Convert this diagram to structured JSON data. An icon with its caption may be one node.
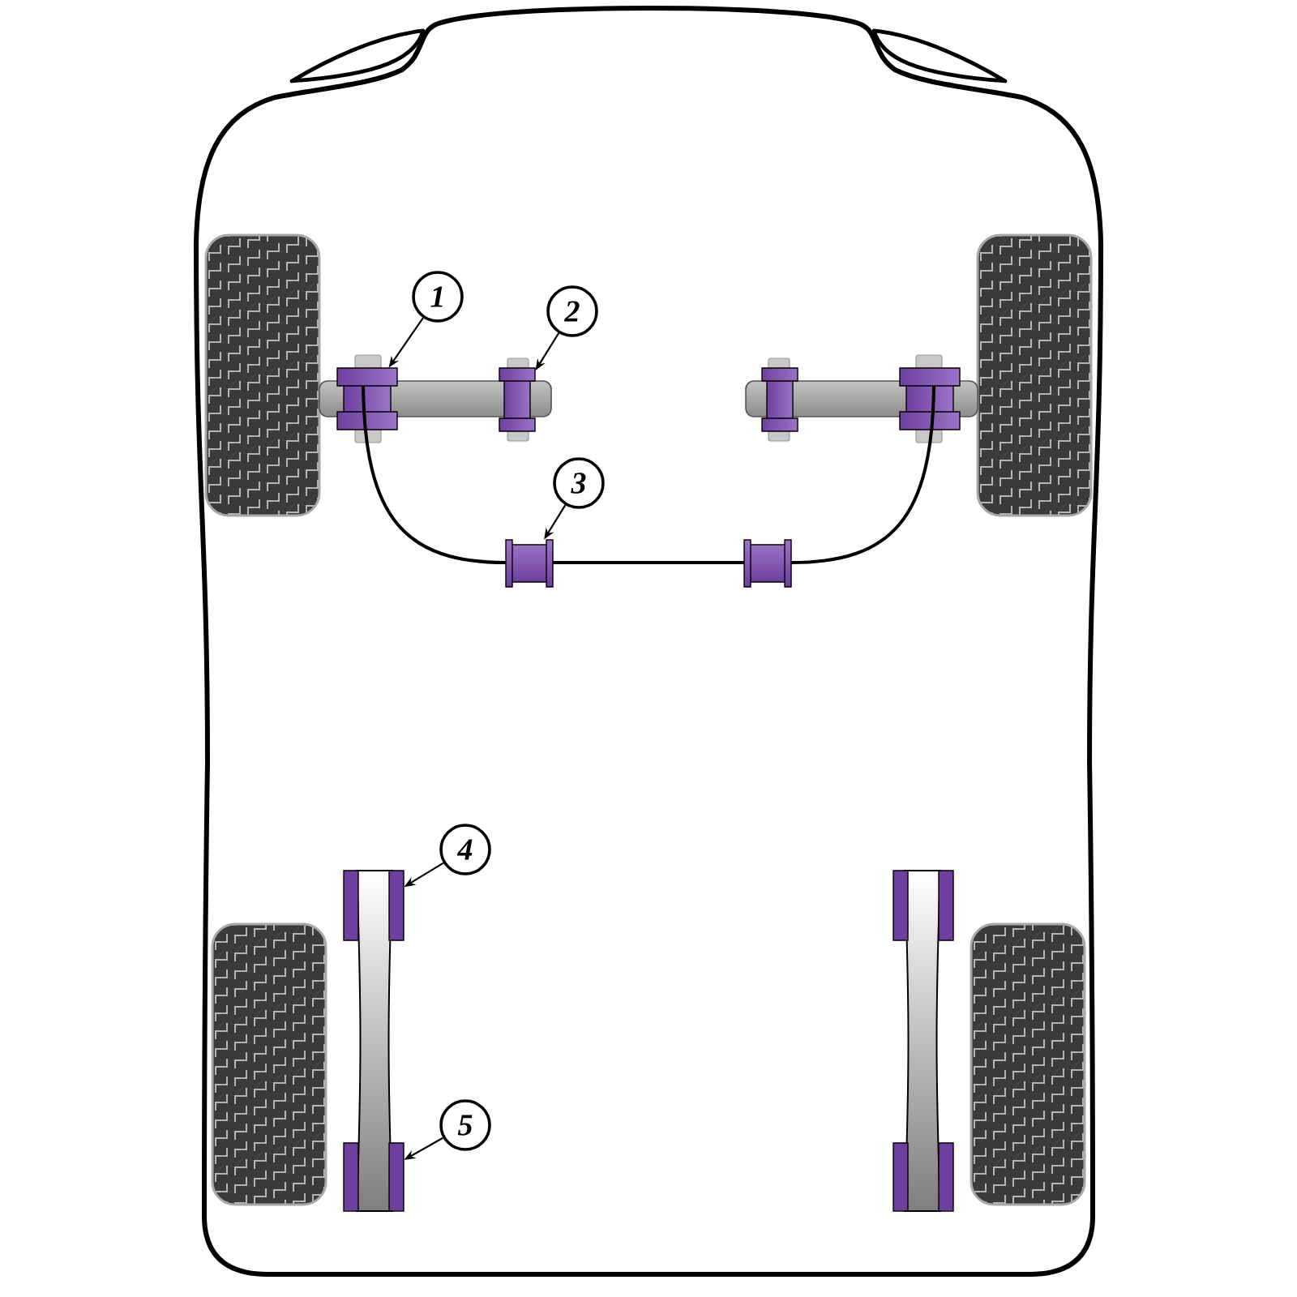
{
  "diagram": {
    "nodes": [
      {
        "text": [
          "1"
        ]
      },
      {
        "text": [
          "2"
        ]
      },
      {
        "text": [
          "3"
        ]
      },
      {
        "text": [
          "4"
        ]
      },
      {
        "text": [
          "5"
        ]
      },
      {
        "text": [],
        "shape": "cylinder"
      },
      {
        "text": [],
        "shape": "cylinder"
      },
      {
        "text": [],
        "shape": "cylinder"
      },
      {
        "text": [],
        "shape": "cylinder"
      },
      {
        "text": [],
        "shape": "cylinder"
      },
      {
        "text": [],
        "shape": "cylinder"
      },
      {
        "text": [],
        "shape": "cylinder"
      },
      {
        "text": [],
        "shape": "cylinder"
      },
      {
        "text": [],
        "shape": "cylinder"
      },
      {
        "text": [],
        "shape": "cylinder"
      }
    ],
    "edges": [
      {
        "from": 0,
        "to": 5,
        "arrow": "to"
      },
      {
        "from": 1,
        "to": 6,
        "arrow": "to"
      },
      {
        "from": 2,
        "to": 7,
        "arrow": "to"
      },
      {
        "from": 3,
        "to": 8,
        "arrow": "to"
      },
      {
        "from": 4,
        "to": 9,
        "arrow": "to"
      }
    ]
  }
}
